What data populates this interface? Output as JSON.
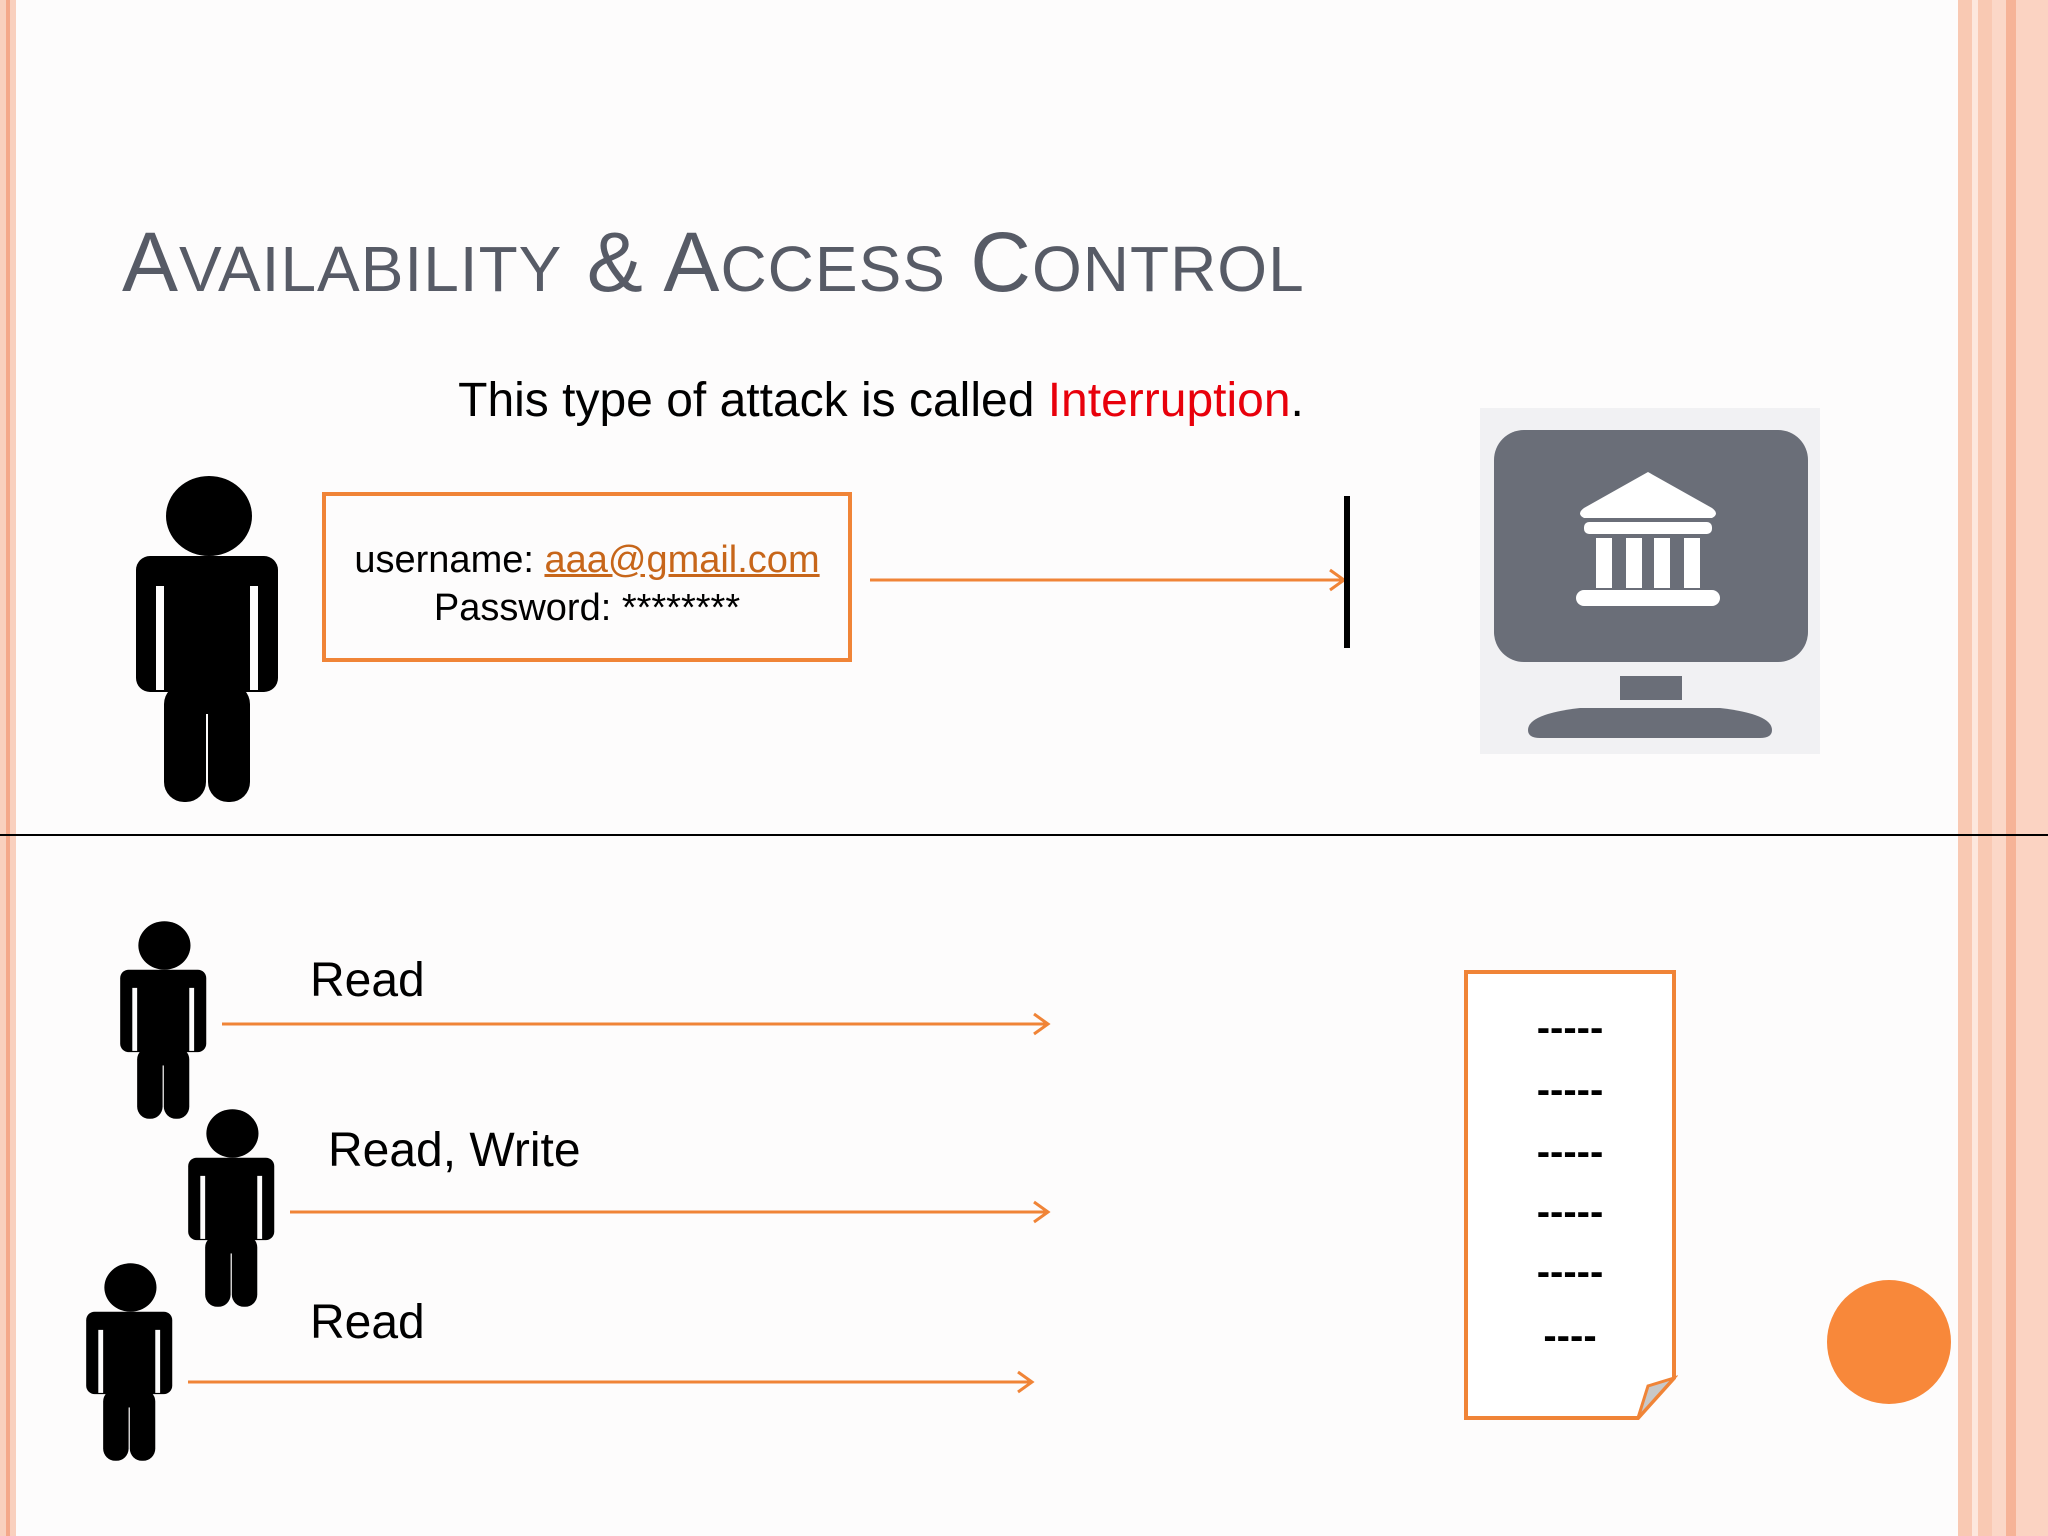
{
  "slide": {
    "title_parts": [
      {
        "big": "A",
        "small": "VAILABILITY"
      },
      {
        "big": "&",
        "small": ""
      },
      {
        "big": "A",
        "small": "CCESS"
      },
      {
        "big": "C",
        "small": "ONTROL"
      }
    ],
    "subtitle_prefix": "This type of attack is called ",
    "subtitle_highlight": "Interruption",
    "subtitle_suffix": ".",
    "credentials": {
      "username_label": "username: ",
      "username_value": "aaa@gmail.com",
      "password_line": "Password: ********"
    },
    "permissions": [
      {
        "label": "Read"
      },
      {
        "label": "Read, Write"
      },
      {
        "label": "Read"
      }
    ],
    "document_lines": [
      "-----",
      "-----",
      "-----",
      "-----",
      "-----",
      "----"
    ],
    "icons": {
      "user": "person-icon",
      "server": "bank-computer-icon",
      "document": "document-icon",
      "blocked": "barrier-icon"
    },
    "colors": {
      "accent": "#f08437",
      "highlight": "#e8000b",
      "title": "#575b66",
      "icon_gray": "#6a6e78",
      "stripe": "#f9c9b3",
      "dot": "#f8883a"
    }
  }
}
